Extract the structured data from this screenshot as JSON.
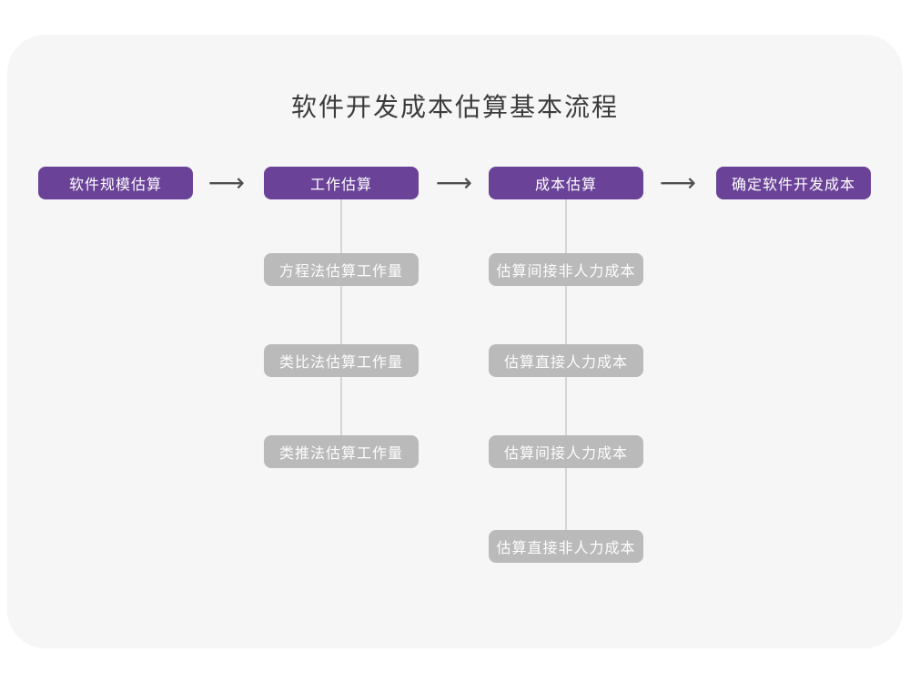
{
  "page": {
    "title": "软件开发成本估算基本流程"
  },
  "colors": {
    "card_background": "#f6f6f7",
    "stage_node": "#6a4298",
    "sub_node": "#bababa",
    "node_text": "#ffffff",
    "title_text": "#3c3c3c",
    "connector_line": "#d5d5d5",
    "arrow": "#4f4f4f"
  },
  "icons": {
    "arrow_right": "⟶"
  },
  "flow": {
    "stages": [
      {
        "label": "软件规模估算"
      },
      {
        "label": "工作估算",
        "children": [
          "方程法估算工作量",
          "类比法估算工作量",
          "类推法估算工作量"
        ]
      },
      {
        "label": "成本估算",
        "children": [
          "估算间接非人力成本",
          "估算直接人力成本",
          "估算间接人力成本",
          "估算直接非人力成本"
        ]
      },
      {
        "label": "确定软件开发成本"
      }
    ]
  }
}
